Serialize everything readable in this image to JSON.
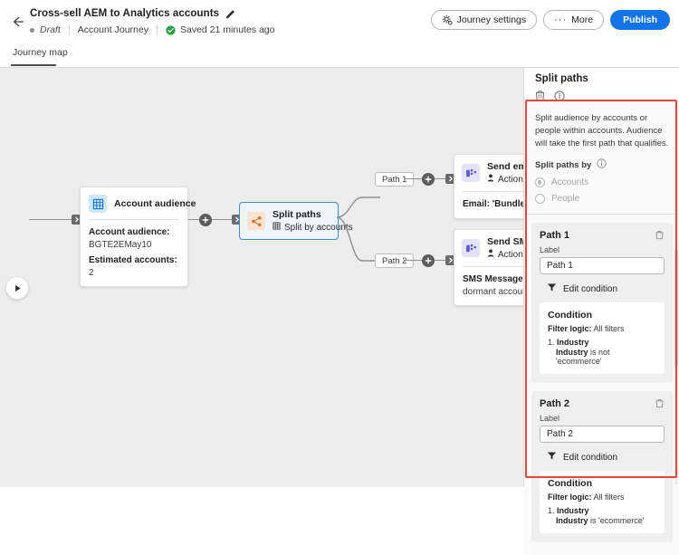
{
  "header": {
    "back_icon": "back-arrow-icon",
    "title": "Cross-sell AEM to Analytics accounts",
    "edit_icon": "pencil-icon",
    "status": "Draft",
    "journey_type": "Account Journey",
    "saved_text": "Saved 21 minutes ago",
    "saved_icon": "check-circle-icon",
    "buttons": {
      "journey_settings": "Journey settings",
      "more": "More",
      "more_dots": "···",
      "publish": "Publish"
    }
  },
  "tabs": [
    {
      "label": "Journey map",
      "active": true
    }
  ],
  "canvas": {
    "start_icon": "play-icon",
    "nodes": [
      {
        "id": "account-audience",
        "title": "Account audience",
        "icon": "audience-grid-icon",
        "body_label": "Account audience:",
        "body_value": "BGTE2EMay10",
        "estimate_label": "Estimated accounts:",
        "estimate_value": "2"
      },
      {
        "id": "split-paths",
        "title": "Split paths",
        "icon": "split-share-icon",
        "subtitle": "Split by accounts",
        "subtitle_icon": "accounts-icon",
        "selected": true
      },
      {
        "id": "send-email",
        "title": "Send email",
        "icon": "message-icon",
        "subtitle": "Action on p",
        "subtitle_icon": "person-icon",
        "body": "Email: 'Bundle promo"
      },
      {
        "id": "send-sms",
        "title": "Send SMS",
        "icon": "message-icon",
        "subtitle": "Action on p",
        "subtitle_icon": "person-icon",
        "body_line1": "SMS Message: 'Engag",
        "body_line2": "dormant account con"
      }
    ],
    "path_chips": [
      "Path 1",
      "Path 2"
    ],
    "add_icon": "plus-icon",
    "bg_color": "#ededed"
  },
  "panel": {
    "title": "Split paths",
    "delete_icon": "trash-icon",
    "info_icon": "info-icon",
    "description": "Split audience by accounts or people within accounts. Audience will take the first path that qualifies.",
    "split_by_label": "Split paths by",
    "split_by_info_icon": "info-icon",
    "options": [
      {
        "label": "Accounts",
        "selected": true,
        "disabled": true
      },
      {
        "label": "People",
        "selected": false,
        "disabled": true
      }
    ],
    "paths": [
      {
        "title": "Path 1",
        "delete_icon": "trash-icon",
        "label_caption": "Label",
        "label_value": "Path 1",
        "edit_condition": "Edit condition",
        "filter_icon": "filter-icon",
        "condition": {
          "title": "Condition",
          "logic_label": "Filter logic:",
          "logic_value": "All filters",
          "items": [
            {
              "index": "1.",
              "name": "Industry",
              "detail_name": "Industry",
              "detail_rest": " is not 'ecommerce'"
            }
          ]
        }
      },
      {
        "title": "Path 2",
        "delete_icon": "trash-icon",
        "label_caption": "Label",
        "label_value": "Path 2",
        "edit_condition": "Edit condition",
        "filter_icon": "filter-icon",
        "condition": {
          "title": "Condition",
          "logic_label": "Filter logic:",
          "logic_value": "All filters",
          "items": [
            {
              "index": "1.",
              "name": "Industry",
              "detail_name": "Industry",
              "detail_rest": " is 'ecommerce'"
            }
          ]
        }
      }
    ],
    "highlight_color": "#e8453c"
  },
  "colors": {
    "accent_blue": "#1473e6",
    "selected_node_border": "#3c8ce0",
    "success_green": "#2d9d47",
    "canvas_bg": "#ededed"
  }
}
